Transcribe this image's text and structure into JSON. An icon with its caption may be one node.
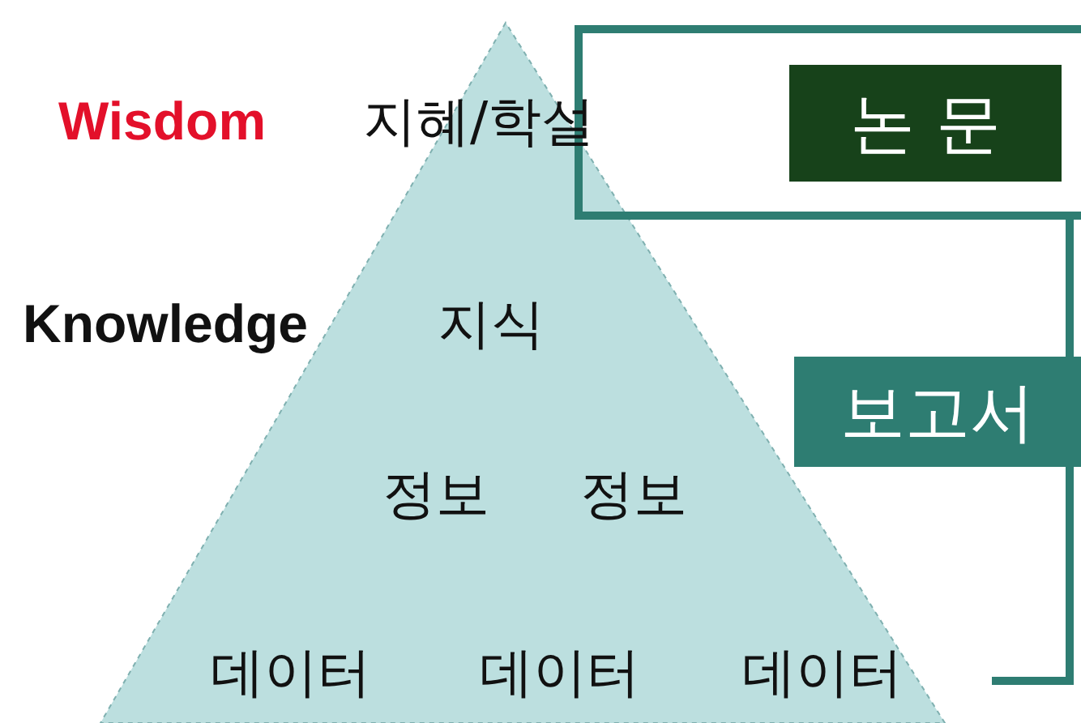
{
  "diagram": {
    "nodes": [
      {
        "text": [
          "논 문"
        ]
      },
      {
        "text": [
          "보고서"
        ]
      }
    ],
    "labels": [
      "Wisdom",
      "지혜/학설",
      "Knowledge",
      "지식",
      "정보",
      "정보",
      "데이터",
      "데이터",
      "데이터"
    ]
  }
}
